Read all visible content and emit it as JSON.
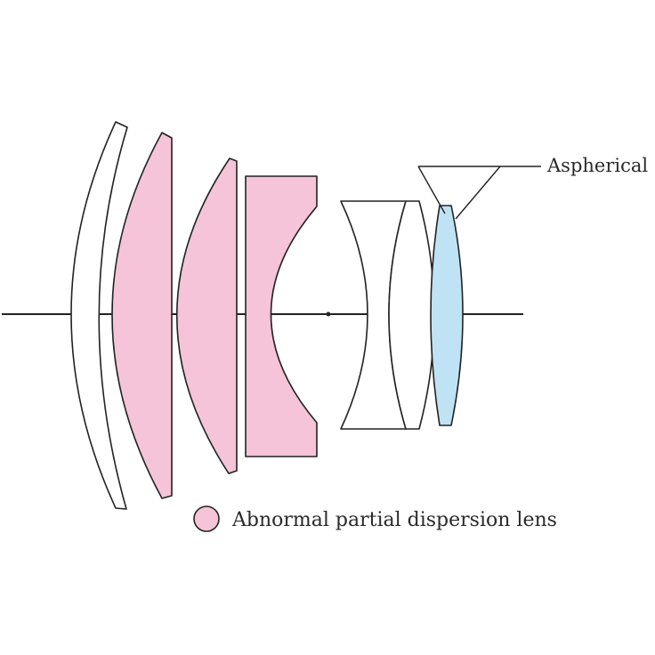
{
  "colors": {
    "abnormal_dispersion": "#f5c4d8",
    "aspherical": "#bfe2f4",
    "standard": "#ffffff",
    "outline": "#222222"
  },
  "lens_elements": [
    {
      "id": 1,
      "type": "standard"
    },
    {
      "id": 2,
      "type": "abnormal_dispersion"
    },
    {
      "id": 3,
      "type": "abnormal_dispersion"
    },
    {
      "id": 4,
      "type": "abnormal_dispersion"
    },
    {
      "id": 5,
      "type": "standard"
    },
    {
      "id": 6,
      "type": "standard"
    },
    {
      "id": 7,
      "type": "aspherical"
    }
  ],
  "callout": {
    "label": "Aspherical"
  },
  "legend": {
    "label": "Abnormal partial dispersion lens"
  }
}
